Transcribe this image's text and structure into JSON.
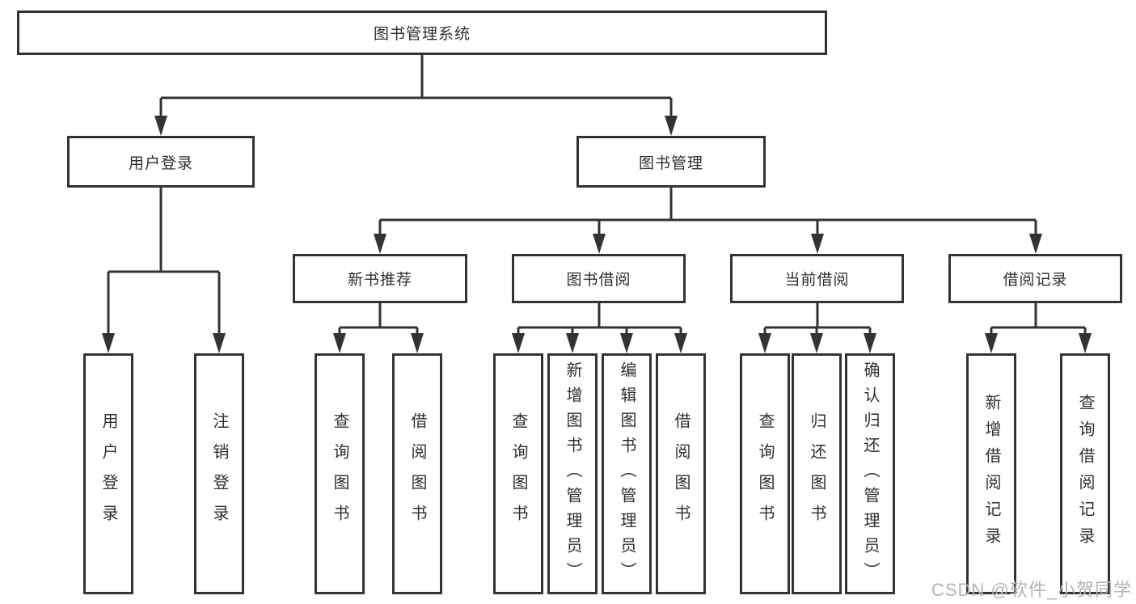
{
  "diagram": {
    "root": {
      "label": "图书管理系统"
    },
    "level2": [
      {
        "label": "用户登录"
      },
      {
        "label": "图书管理"
      }
    ],
    "level3": [
      {
        "label": "新书推荐"
      },
      {
        "label": "图书借阅"
      },
      {
        "label": "当前借阅"
      },
      {
        "label": "借阅记录"
      }
    ],
    "leaves": {
      "user_login": [
        "用户登录",
        "注销登录"
      ],
      "new_book": [
        "查询图书",
        "借阅图书"
      ],
      "book_borrow": [
        "查询图书",
        "新增图书（管理员）",
        "编辑图书（管理员）",
        "借阅图书"
      ],
      "current_borrow": [
        "查询图书",
        "归还图书",
        "确认归还（管理员）"
      ],
      "borrow_record": [
        "新增借阅记录",
        "查询借阅记录"
      ]
    }
  },
  "watermark": {
    "text": "CSDN @软件_小贺同学"
  },
  "colors": {
    "line": "#333333",
    "text": "#2f2f2f",
    "watermark": "#b3b3b3",
    "background": "#ffffff"
  }
}
